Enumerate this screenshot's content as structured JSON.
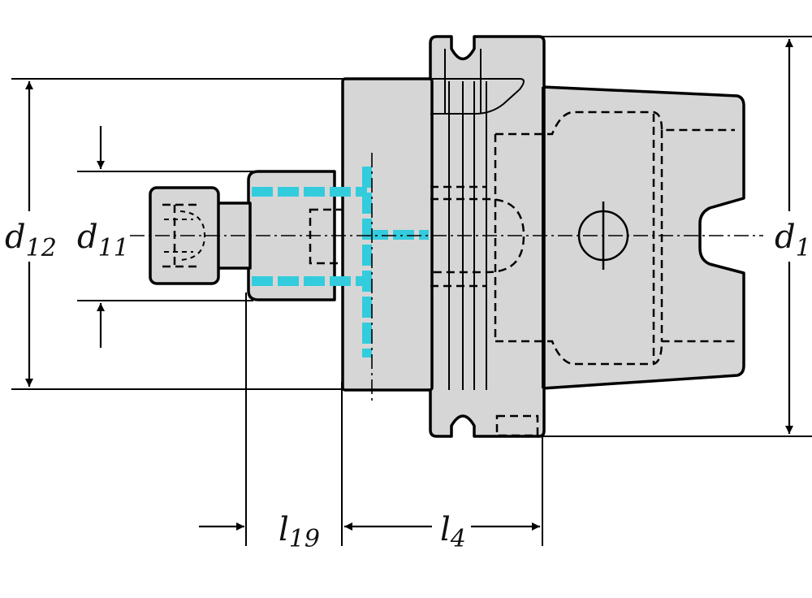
{
  "labels": {
    "d12": {
      "main": "d",
      "sub": "12"
    },
    "d11": {
      "main": "d",
      "sub": "11"
    },
    "d1": {
      "main": "d",
      "sub": "1"
    },
    "l19": {
      "main": "l",
      "sub": "19"
    },
    "l4": {
      "main": "l",
      "sub": "4"
    }
  },
  "colors": {
    "body_fill": "#d6d6d6",
    "outline": "#000000",
    "coolant_highlight": "#33ccdd",
    "background": "#ffffff"
  }
}
